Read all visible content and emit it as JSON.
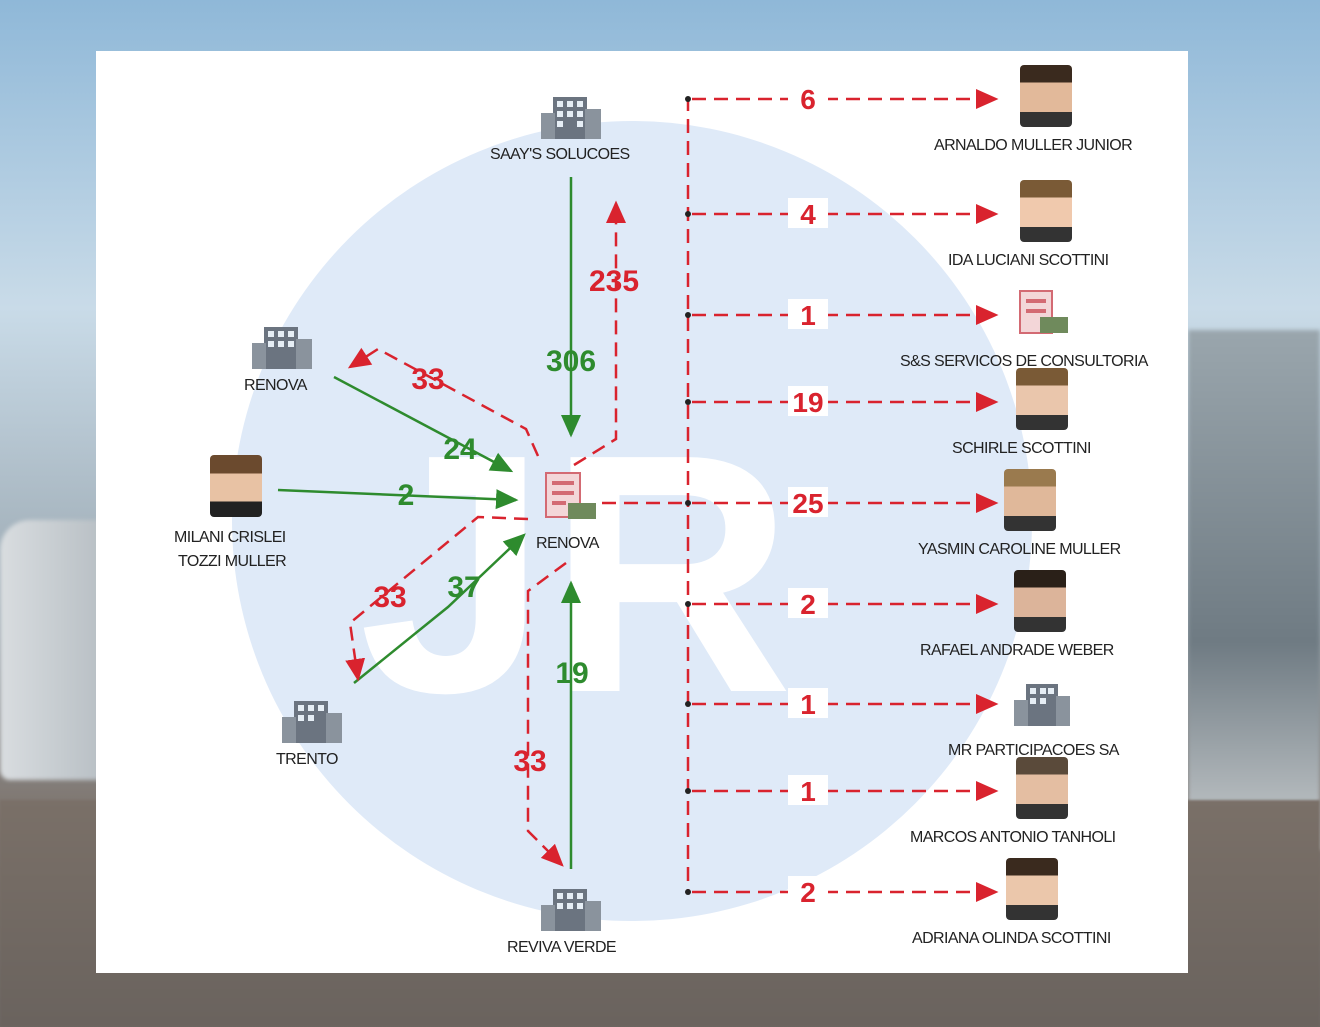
{
  "nodes": {
    "center": "RENOVA",
    "top": "SAAY'S SOLUCOES",
    "left_upper": "RENOVA",
    "left_person_line1": "MILANI CRISLEI",
    "left_person_line2": "TOZZI MULLER",
    "left_lower": "TRENTO",
    "bottom": "REVIVA VERDE"
  },
  "flows": {
    "saays_out": "306",
    "saays_in": "235",
    "renova_in": "24",
    "renova_out": "33",
    "milani_in": "2",
    "trento_in": "37",
    "trento_out": "33",
    "reviva_in": "19",
    "reviva_out": "33"
  },
  "recipients": [
    {
      "name": "ARNALDO MULLER JUNIOR",
      "value": "6",
      "icon": "person-photo"
    },
    {
      "name": "IDA LUCIANI SCOTTINI",
      "value": "4",
      "icon": "person-photo"
    },
    {
      "name": "S&S SERVICOS DE CONSULTORIA",
      "value": "1",
      "icon": "company-document-icon"
    },
    {
      "name": "SCHIRLE SCOTTINI",
      "value": "19",
      "icon": "person-photo"
    },
    {
      "name": "YASMIN CAROLINE MULLER",
      "value": "25",
      "icon": "person-photo"
    },
    {
      "name": "RAFAEL ANDRADE WEBER",
      "value": "2",
      "icon": "person-photo"
    },
    {
      "name": "MR PARTICIPACOES SA",
      "value": "1",
      "icon": "building-icon"
    },
    {
      "name": "MARCOS ANTONIO TANHOLI",
      "value": "1",
      "icon": "person-photo"
    },
    {
      "name": "ADRIANA OLINDA SCOTTINI",
      "value": "2",
      "icon": "person-photo"
    }
  ],
  "watermark": "JR",
  "colors": {
    "inflow": "#2e8b2e",
    "outflow": "#d9232e",
    "watermark": "#dbe8f7"
  }
}
